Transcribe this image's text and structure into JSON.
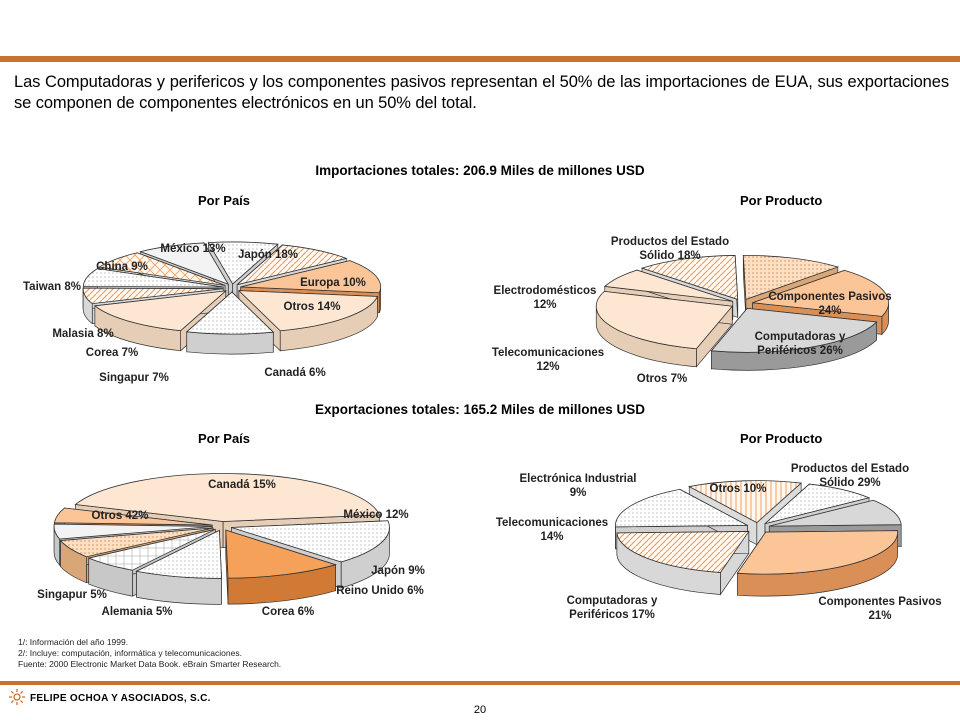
{
  "intro": "Las Computadoras y perifericos y los componentes pasivos representan el 50% de las importaciones de EUA, sus exportaciones se componen de componentes electrónicos en un 50% del total.",
  "sections": {
    "imports_title": "Importaciones totales: 206.9 Miles de millones USD",
    "exports_title": "Exportaciones totales: 165.2 Miles de millones USD",
    "by_country": "Por País",
    "by_product": "Por Producto"
  },
  "notes": [
    "1/: Información del año 1999.",
    "2/: Incluye: computación, informática y telecomunicaciones.",
    "Fuente: 2000 Electronic Market Data Book. eBrain Smarter Research."
  ],
  "footer": {
    "company": "FELIPE OCHOA Y ASOCIADOS, S.C.",
    "page": "20"
  },
  "colors": {
    "accent": "#c8722e",
    "orange": "#fbc598",
    "peach": "#fde7d3",
    "gray": "#d8d8d8"
  },
  "chart_data": [
    {
      "type": "pie",
      "id": "imports-country",
      "title": "Importaciones totales: 206.9 Miles de millones USD",
      "subtitle": "Por País",
      "slices": [
        {
          "label": "Japón 18%",
          "value": 18
        },
        {
          "label": "Europa 10%",
          "value": 10
        },
        {
          "label": "Otros 14%",
          "value": 14
        },
        {
          "label": "Canadá 6%",
          "value": 6
        },
        {
          "label": "Singapur 7%",
          "value": 7
        },
        {
          "label": "Corea 7%",
          "value": 7
        },
        {
          "label": "Malasia 8%",
          "value": 8
        },
        {
          "label": "Taiwan 8%",
          "value": 8
        },
        {
          "label": "China 9%",
          "value": 9
        },
        {
          "label": "México 13%",
          "value": 13
        }
      ]
    },
    {
      "type": "pie",
      "id": "imports-product",
      "title": "Importaciones totales: 206.9 Miles de millones USD",
      "subtitle": "Por Producto",
      "slices": [
        {
          "label": "Componentes Pasivos 24%",
          "value": 24
        },
        {
          "label": "Computadoras y Periféricos 26%",
          "value": 26
        },
        {
          "label": "Otros 7%",
          "value": 7
        },
        {
          "label": "Telecomunicaciones 12%",
          "value": 12
        },
        {
          "label": "Electrodomésticos 12%",
          "value": 12
        },
        {
          "label": "Productos del Estado Sólido 18%",
          "value": 18
        }
      ]
    },
    {
      "type": "pie",
      "id": "exports-country",
      "title": "Exportaciones totales: 165.2 Miles de millones USD",
      "subtitle": "Por País",
      "slices": [
        {
          "label": "Canadá 15%",
          "value": 15
        },
        {
          "label": "México 12%",
          "value": 12
        },
        {
          "label": "Japón 9%",
          "value": 9
        },
        {
          "label": "Reino Unido 6%",
          "value": 6
        },
        {
          "label": "Corea 6%",
          "value": 6
        },
        {
          "label": "Alemania 5%",
          "value": 5
        },
        {
          "label": "Singapur 5%",
          "value": 5
        },
        {
          "label": "Otros 42%",
          "value": 42
        }
      ]
    },
    {
      "type": "pie",
      "id": "exports-product",
      "title": "Exportaciones totales: 165.2 Miles de millones USD",
      "subtitle": "Por Producto",
      "slices": [
        {
          "label": "Productos del Estado Sólido 29%",
          "value": 29
        },
        {
          "label": "Componentes Pasivos 21%",
          "value": 21
        },
        {
          "label": "Computadoras y Periféricos 17%",
          "value": 17
        },
        {
          "label": "Telecomunicaciones 14%",
          "value": 14
        },
        {
          "label": "Electrónica Industrial 9%",
          "value": 9
        },
        {
          "label": "Otros 10%",
          "value": 10
        }
      ]
    }
  ]
}
